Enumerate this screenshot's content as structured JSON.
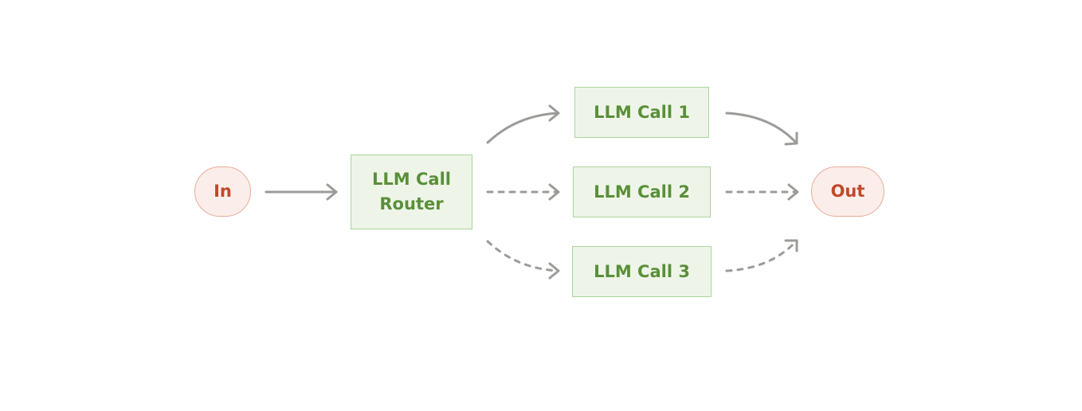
{
  "colors": {
    "io_fill": "#fbeeea",
    "io_border": "#e8ab9a",
    "io_text": "#c2492a",
    "llm_fill": "#eef5e8",
    "llm_border": "#a9d59a",
    "llm_text": "#5a8f3a",
    "arrow": "#9b9b98",
    "background": "#ffffff"
  },
  "nodes": {
    "input": {
      "label": "In"
    },
    "router": {
      "label": "LLM Call\nRouter"
    },
    "call1": {
      "label": "LLM Call 1"
    },
    "call2": {
      "label": "LLM Call 2"
    },
    "call3": {
      "label": "LLM Call 3"
    },
    "output": {
      "label": "Out"
    }
  },
  "edges": [
    {
      "from": "input",
      "to": "router",
      "style": "solid"
    },
    {
      "from": "router",
      "to": "call1",
      "style": "solid"
    },
    {
      "from": "router",
      "to": "call2",
      "style": "dashed"
    },
    {
      "from": "router",
      "to": "call3",
      "style": "dashed"
    },
    {
      "from": "call1",
      "to": "output",
      "style": "solid"
    },
    {
      "from": "call2",
      "to": "output",
      "style": "dashed"
    },
    {
      "from": "call3",
      "to": "output",
      "style": "dashed"
    }
  ]
}
